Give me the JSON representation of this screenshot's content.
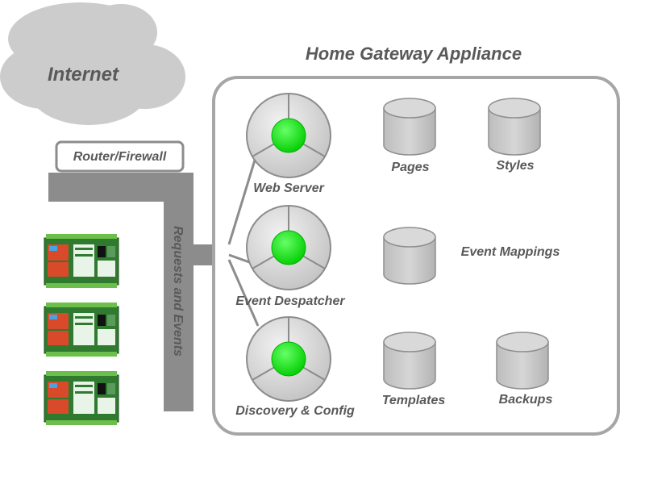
{
  "title": "Home Gateway Appliance",
  "internet": "Internet",
  "router": "Router/Firewall",
  "bus_label": "Requests and Events",
  "services": {
    "web_server": "Web Server",
    "event_despatcher": "Event Despatcher",
    "discovery_config": "Discovery & Config"
  },
  "stores": {
    "pages": "Pages",
    "styles": "Styles",
    "event_mappings": "Event Mappings",
    "templates": "Templates",
    "backups": "Backups"
  },
  "colors": {
    "service_core": "#00e600",
    "bus": "#8c8c8c",
    "text": "#595959",
    "cloud": "#cccccc",
    "module_green": "#3a8a3a",
    "module_red": "#d94a2a"
  },
  "devices": [
    {
      "icon": "io-module-icon"
    },
    {
      "icon": "io-module-icon"
    },
    {
      "icon": "io-module-icon"
    }
  ]
}
